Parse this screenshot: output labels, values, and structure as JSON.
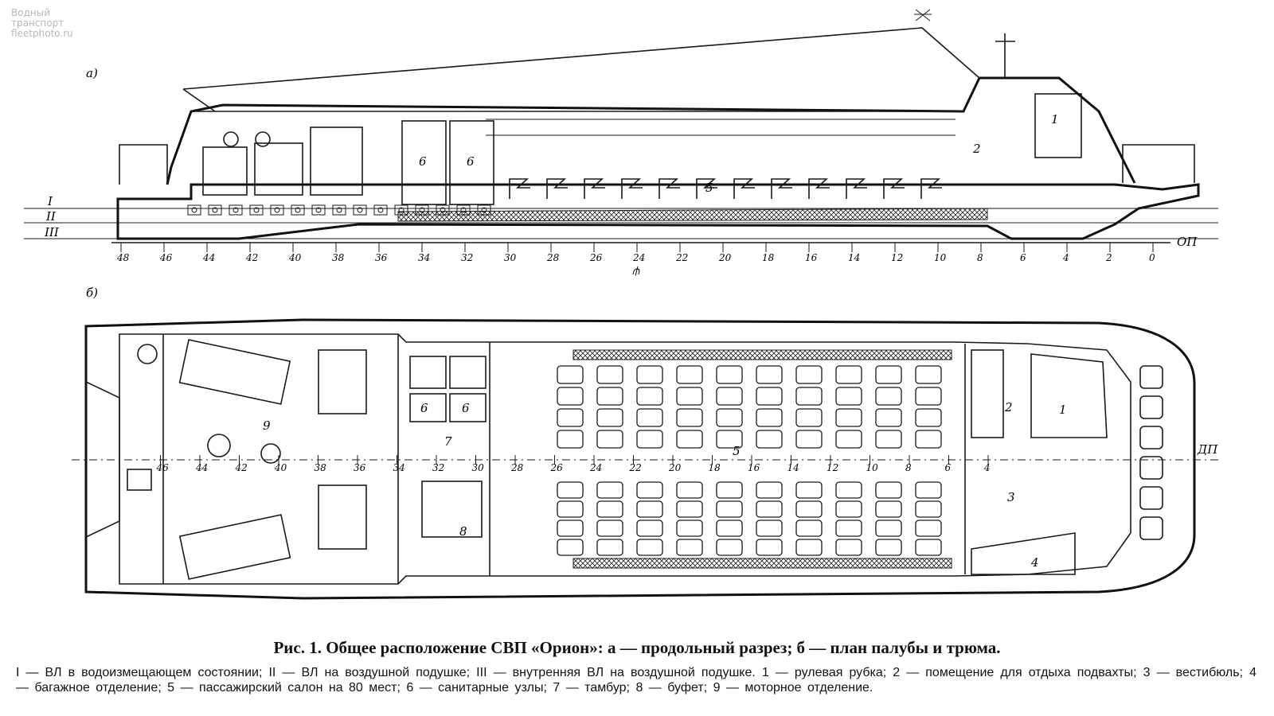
{
  "watermark": [
    "Водный",
    "транспорт",
    "fleetphoto.ru"
  ],
  "views": {
    "side_label": "а)",
    "plan_label": "б)"
  },
  "markers": {
    "waterlines": [
      "I",
      "II",
      "III"
    ],
    "baseline": "ОП",
    "centerline": "ДП",
    "midship": "⫛"
  },
  "frames": [
    "48",
    "46",
    "44",
    "42",
    "40",
    "38",
    "36",
    "34",
    "32",
    "30",
    "28",
    "26",
    "24",
    "22",
    "20",
    "18",
    "16",
    "14",
    "12",
    "10",
    "8",
    "6",
    "4",
    "2",
    "0"
  ],
  "zones": [
    "1",
    "2",
    "3",
    "4",
    "5",
    "6",
    "7",
    "8",
    "9"
  ],
  "caption": "Рис. 1. Общее расположение СВП «Орион»: а — продольный разрез; б — план палубы и трюма.",
  "legend": "I — ВЛ в водоизмещающем состоянии; II — ВЛ на воздушной подушке; III — внутренняя ВЛ на воздушной подушке. 1 — рулевая рубка; 2 — помещение для отдыха подвахты; 3 — вестибюль; 4 — багажное отделение; 5 — пассажирский салон на 80 мест; 6 — санитарные узлы; 7 — тамбур; 8 — буфет; 9 — моторное отделение."
}
